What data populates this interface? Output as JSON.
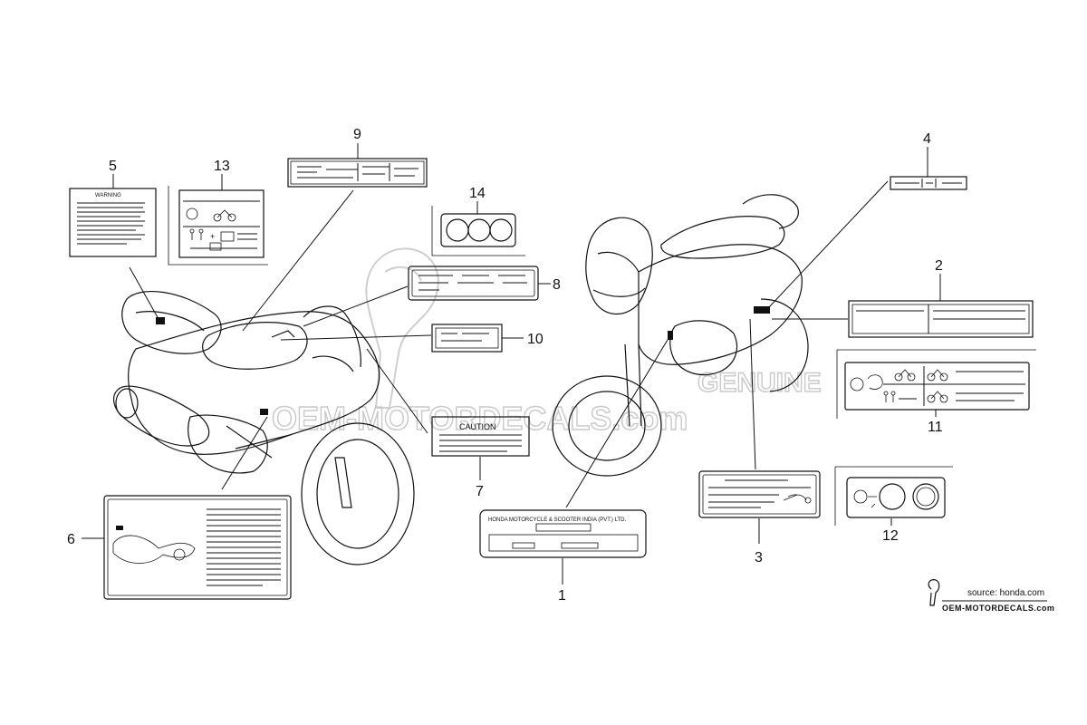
{
  "callouts": [
    {
      "id": "callout-1",
      "text": "1"
    },
    {
      "id": "callout-2",
      "text": "2"
    },
    {
      "id": "callout-3",
      "text": "3"
    },
    {
      "id": "callout-4",
      "text": "4"
    },
    {
      "id": "callout-5",
      "text": "5"
    },
    {
      "id": "callout-6",
      "text": "6"
    },
    {
      "id": "callout-7",
      "text": "7"
    },
    {
      "id": "callout-8",
      "text": "8"
    },
    {
      "id": "callout-9",
      "text": "9"
    },
    {
      "id": "callout-10",
      "text": "10"
    },
    {
      "id": "callout-11",
      "text": "11"
    },
    {
      "id": "callout-12",
      "text": "12"
    },
    {
      "id": "callout-13",
      "text": "13"
    },
    {
      "id": "callout-14",
      "text": "14"
    }
  ],
  "labels": {
    "warning": "WARNING",
    "caution": "CAUTION",
    "plate": "HONDA MOTORCYCLE & SCOOTER INDIA (PVT.) LTD."
  },
  "watermark": {
    "genuine": "GENUINE",
    "site": "OEM-MOTORDECALS.com"
  },
  "source": {
    "line1": "source: honda.com",
    "line2": "OEM-MOTORDECALS.com"
  }
}
